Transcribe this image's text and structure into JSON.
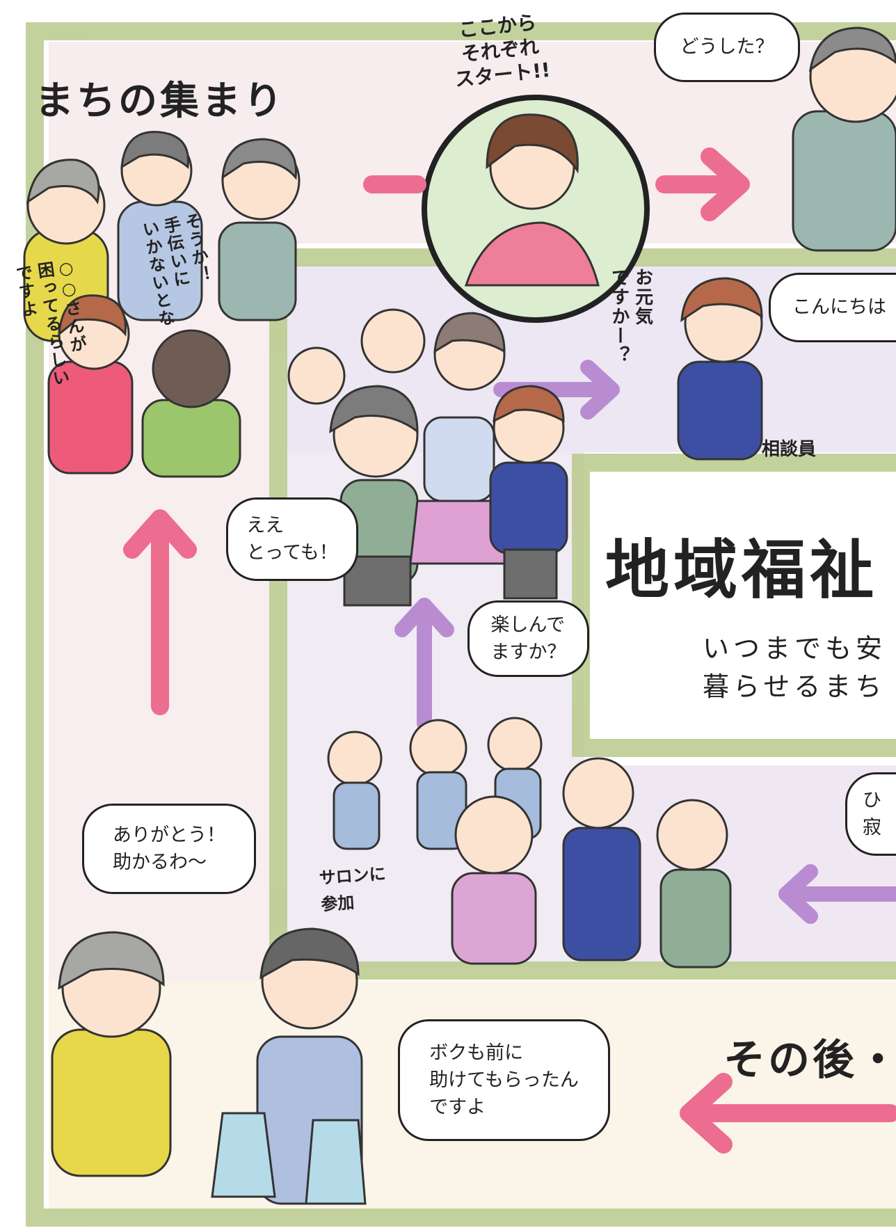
{
  "title_gathering": "まちの集まり",
  "start_label": "ここから\nそれぞれ\nスタート!!",
  "bubble_doushita": "どうした？",
  "bubble_konnichiwa": "こんにちは",
  "vertical_ogenki": "お元気\nですかー？",
  "label_soudanin": "相談員",
  "vertical_komatteru": "○○さんが\n困ってるらしい\nですよ",
  "vertical_souka": "そうか！\n手伝いに\nいかないとな",
  "bubble_ee": "ええ\nとっても！",
  "bubble_tanoshinde": "楽しんで\nますか？",
  "main_title": "地域福祉",
  "subtitle": "いつまでも安\n暮らせるまち",
  "bubble_hi_sabi": "ひ\n寂",
  "salon_label": "サロンに\n参加",
  "bubble_arigatou": "ありがとう！\n助かるわ〜",
  "bubble_bokumo": "ボクも前に\n助けてもらったん\nですよ",
  "sonogo": "その後・",
  "colors": {
    "frame_green": "#b8c98a",
    "arrow_pink": "#ea6a8e",
    "arrow_purple": "#b68ad0",
    "bg_pink": "#f6e6ea",
    "bg_lav": "#ece6f1",
    "bg_mint": "#e6efe3",
    "bg_cream": "#faf3e8"
  }
}
